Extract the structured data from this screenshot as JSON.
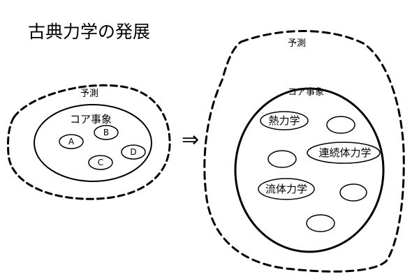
{
  "title": "古典力学の発展",
  "arrow": "⇒",
  "left": {
    "prediction_label": "予測",
    "core_label": "コア事象",
    "events": [
      "A",
      "B",
      "C",
      "D"
    ]
  },
  "right": {
    "prediction_label": "予測",
    "core_label": "コア事象",
    "fields": [
      "熱力学",
      "連続体力学",
      "流体力学"
    ]
  }
}
